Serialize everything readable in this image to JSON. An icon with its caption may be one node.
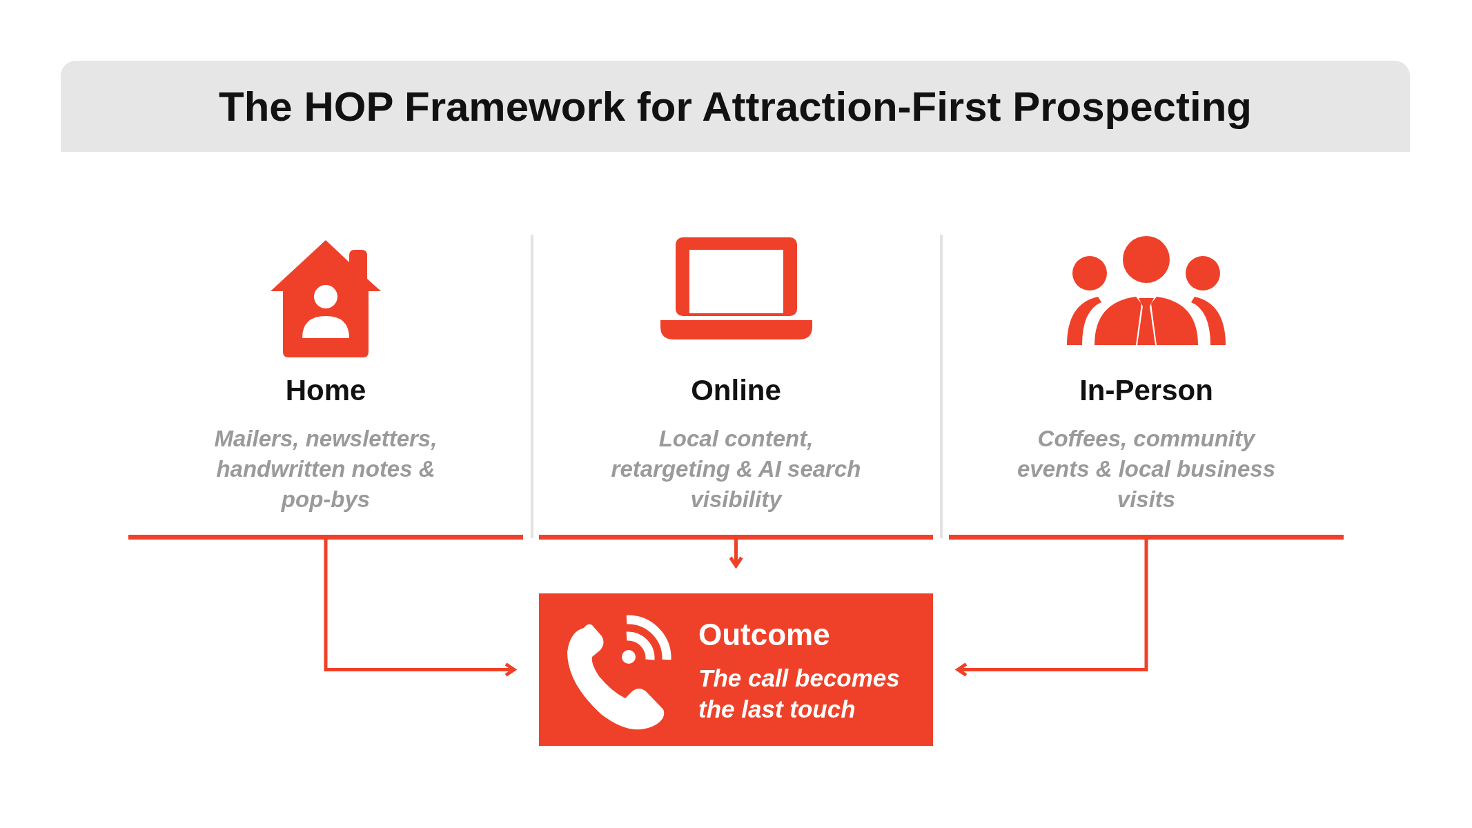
{
  "diagram": {
    "title": "The HOP Framework for Attraction-First Prospecting",
    "nodes": [
      {
        "text": [
          "Home",
          "Mailers, newsletters, handwritten notes & pop-bys"
        ]
      },
      {
        "text": [
          "Online",
          "Local content, retargeting & AI search visibility"
        ]
      },
      {
        "text": [
          "In-Person",
          "Coffees, community events & local business visits"
        ]
      },
      {
        "text": [
          "Outcome",
          "The call becomes the last touch"
        ]
      }
    ],
    "edges": [
      {
        "from": 0,
        "to": 3,
        "arrow": "to"
      },
      {
        "from": 1,
        "to": 3,
        "arrow": "to"
      },
      {
        "from": 2,
        "to": 3,
        "arrow": "to"
      }
    ]
  }
}
